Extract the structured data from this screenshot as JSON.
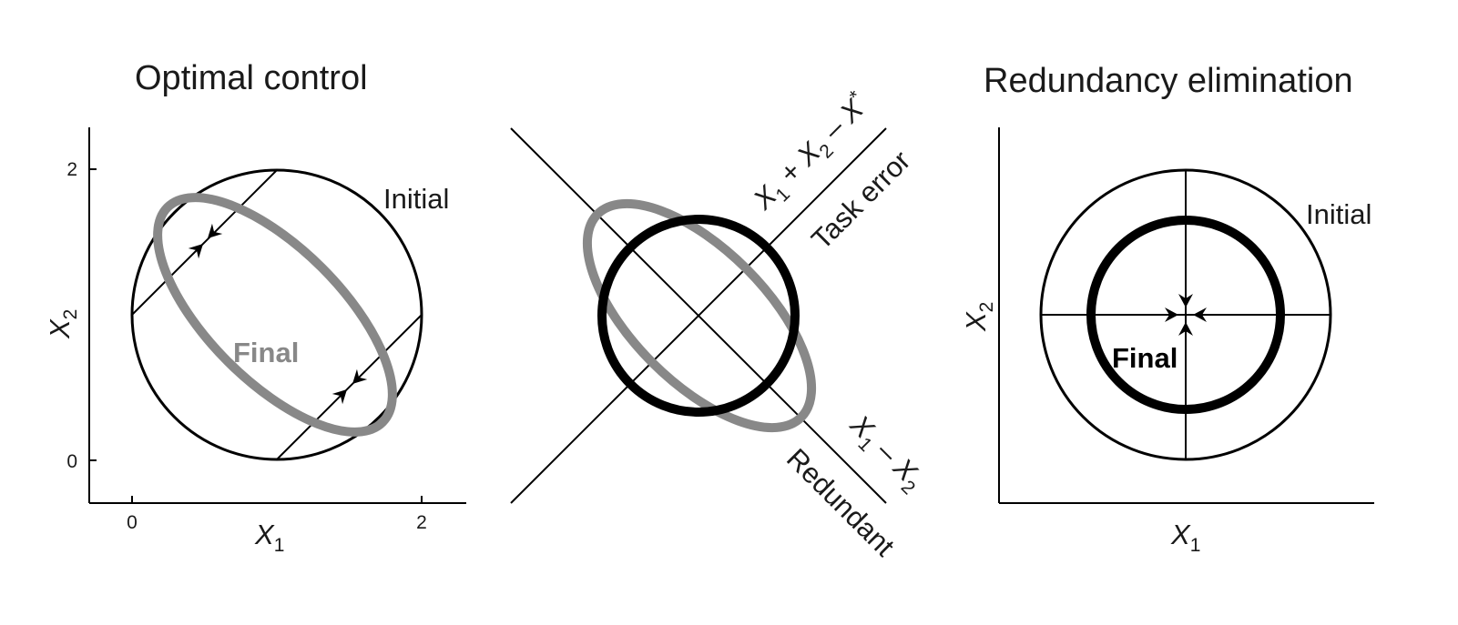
{
  "colors": {
    "ink": "#000000",
    "final_grey": "#888888"
  },
  "panel_left": {
    "title": "Optimal control",
    "initial_label": "Initial",
    "final_label": "Final",
    "x_ticks": [
      "0",
      "2"
    ],
    "y_ticks": [
      "0",
      "2"
    ],
    "x_axis": {
      "var": "X",
      "sub": "1"
    },
    "y_axis": {
      "var": "X",
      "sub": "2"
    }
  },
  "panel_middle": {
    "task_axis": {
      "x1": "X",
      "s1": "1",
      "plus": " + ",
      "x2": "X",
      "s2": "2",
      "minus": " – ",
      "xs": "X",
      "star": "*"
    },
    "task_label": "Task error",
    "redundant_axis": {
      "x1": "X",
      "s1": "1",
      "minus": " – ",
      "x2": "X",
      "s2": "2"
    },
    "redundant_label": "Redundant"
  },
  "panel_right": {
    "title": "Redundancy elimination",
    "initial_label": "Initial",
    "final_label": "Final",
    "x_axis": {
      "var": "X",
      "sub": "1"
    },
    "y_axis": {
      "var": "X",
      "sub": "2"
    }
  },
  "icons": [
    "arrowhead-icon"
  ]
}
